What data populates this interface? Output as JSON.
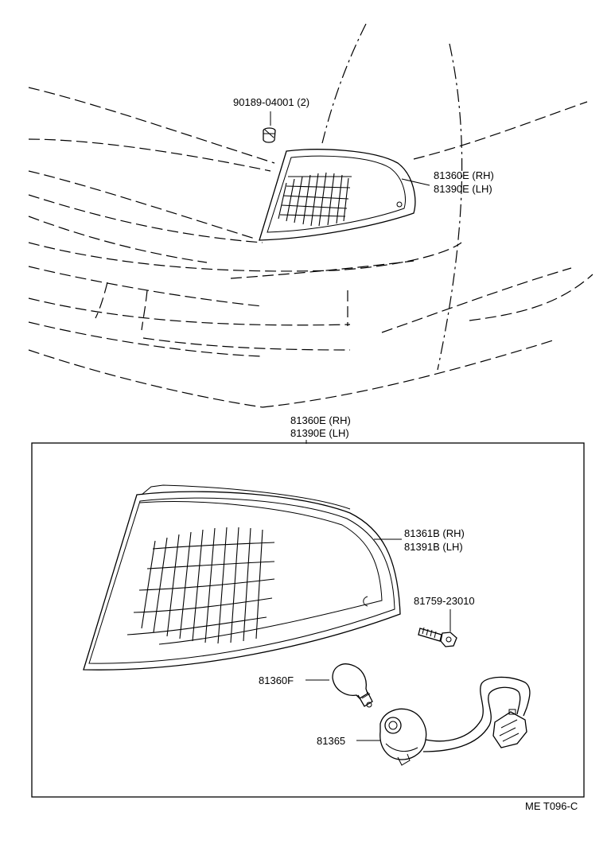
{
  "labels": {
    "clip": "90189-04001 (2)",
    "top_part_rh": "81360E (RH)",
    "top_part_lh": "81390E (LH)",
    "assy_rh": "81360E (RH)",
    "assy_lh": "81390E (LH)",
    "lens_rh": "81361B (RH)",
    "lens_lh": "81391B (LH)",
    "screw": "81759-23010",
    "bulb": "81360F",
    "socket": "81365",
    "code": "ME  T096-C"
  }
}
